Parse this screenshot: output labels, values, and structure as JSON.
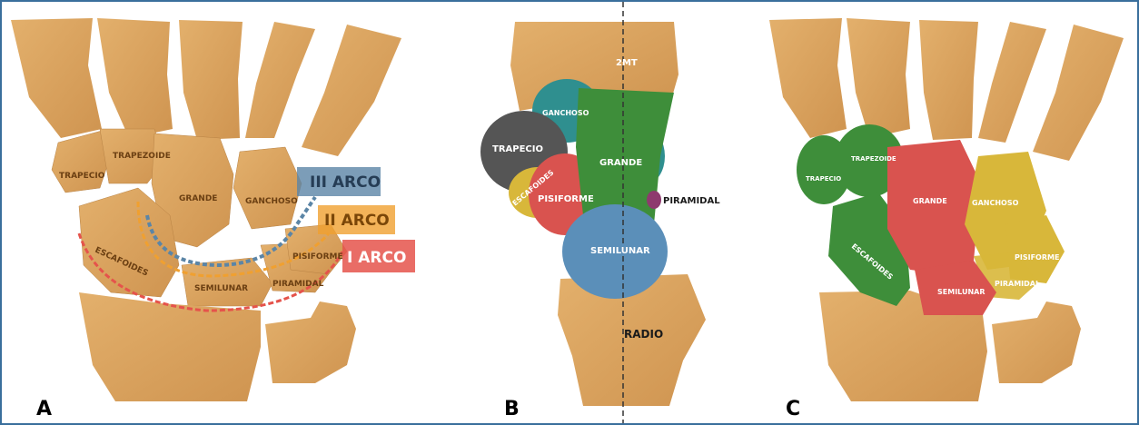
{
  "panels": {
    "a": {
      "letter": "A",
      "bones": {
        "trapecio": "TRAPECIO",
        "trapezoide": "TRAPEZOIDE",
        "grande": "GRANDE",
        "ganchoso": "GANCHOSO",
        "escafoides": "ESCAFOIDES",
        "semilunar": "SEMILUNAR",
        "piramidal": "PIRAMIDAL",
        "pisiforme": "PISIFORME"
      },
      "arcs": {
        "arc3": "III ARCO",
        "arc2": "II ARCO",
        "arc1": "I ARCO"
      }
    },
    "b": {
      "letter": "B",
      "bones": {
        "mt2": "2MT",
        "ganchoso": "GANCHOSO",
        "trapecio": "TRAPECIO",
        "grande": "GRANDE",
        "escafoides": "ESCAFOIDES",
        "pisiforme": "PISIFORME",
        "piramidal": "PIRAMIDAL",
        "semilunar": "SEMILUNAR",
        "radio": "RADIO"
      }
    },
    "c": {
      "letter": "C",
      "bones": {
        "trapecio": "TRAPECIO",
        "trapezoide": "TRAPEZOIDE",
        "grande": "GRANDE",
        "ganchoso": "GANCHOSO",
        "escafoides": "ESCAFOIDES",
        "pisiforme": "PISIFORME",
        "piramidal": "PIRAMIDAL",
        "semilunar": "SEMILUNAR"
      }
    }
  },
  "colors": {
    "bone": "#d9a25c",
    "frame": "#3a6f9c",
    "arc1": "#e5534b",
    "arc2": "#f0a030",
    "arc3": "#5b85a6",
    "green": "#3e8e3a",
    "red": "#d9534f",
    "yellow": "#d8b73a",
    "teal": "#2f8f8f",
    "gray": "#555555",
    "blue": "#5b8fb9",
    "purple": "#8e3a6e"
  }
}
